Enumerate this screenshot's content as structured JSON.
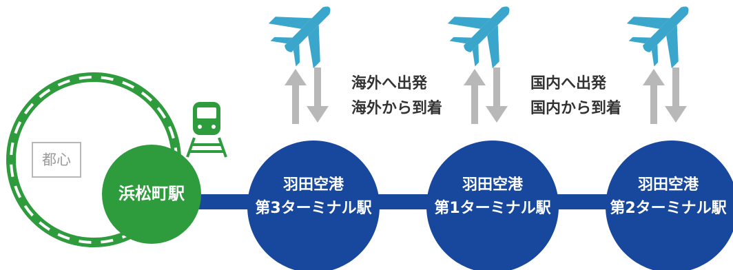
{
  "colors": {
    "green": "#2e9b3d",
    "navy": "#17489e",
    "plane_blue": "#3aa6cc",
    "arrow_gray": "#b8b8b8",
    "text": "#333333"
  },
  "icons": {
    "train": "train-icon",
    "plane": "airplane-icon",
    "arrow_up": "arrow-up-icon",
    "arrow_down": "arrow-down-icon"
  },
  "loop": {
    "center_label": "都心"
  },
  "stations": [
    {
      "id": "hamamatsucho",
      "line1": "浜松町駅"
    },
    {
      "id": "t3",
      "line1": "羽田空港",
      "line2": "第3ターミナル駅"
    },
    {
      "id": "t1",
      "line1": "羽田空港",
      "line2": "第1ターミナル駅"
    },
    {
      "id": "t2",
      "line1": "羽田空港",
      "line2": "第2ターミナル駅"
    }
  ],
  "notes": [
    {
      "line1": "海外へ出発",
      "line2": "海外から到着"
    },
    {
      "line1": "国内へ出発",
      "line2": "国内から到着"
    }
  ]
}
